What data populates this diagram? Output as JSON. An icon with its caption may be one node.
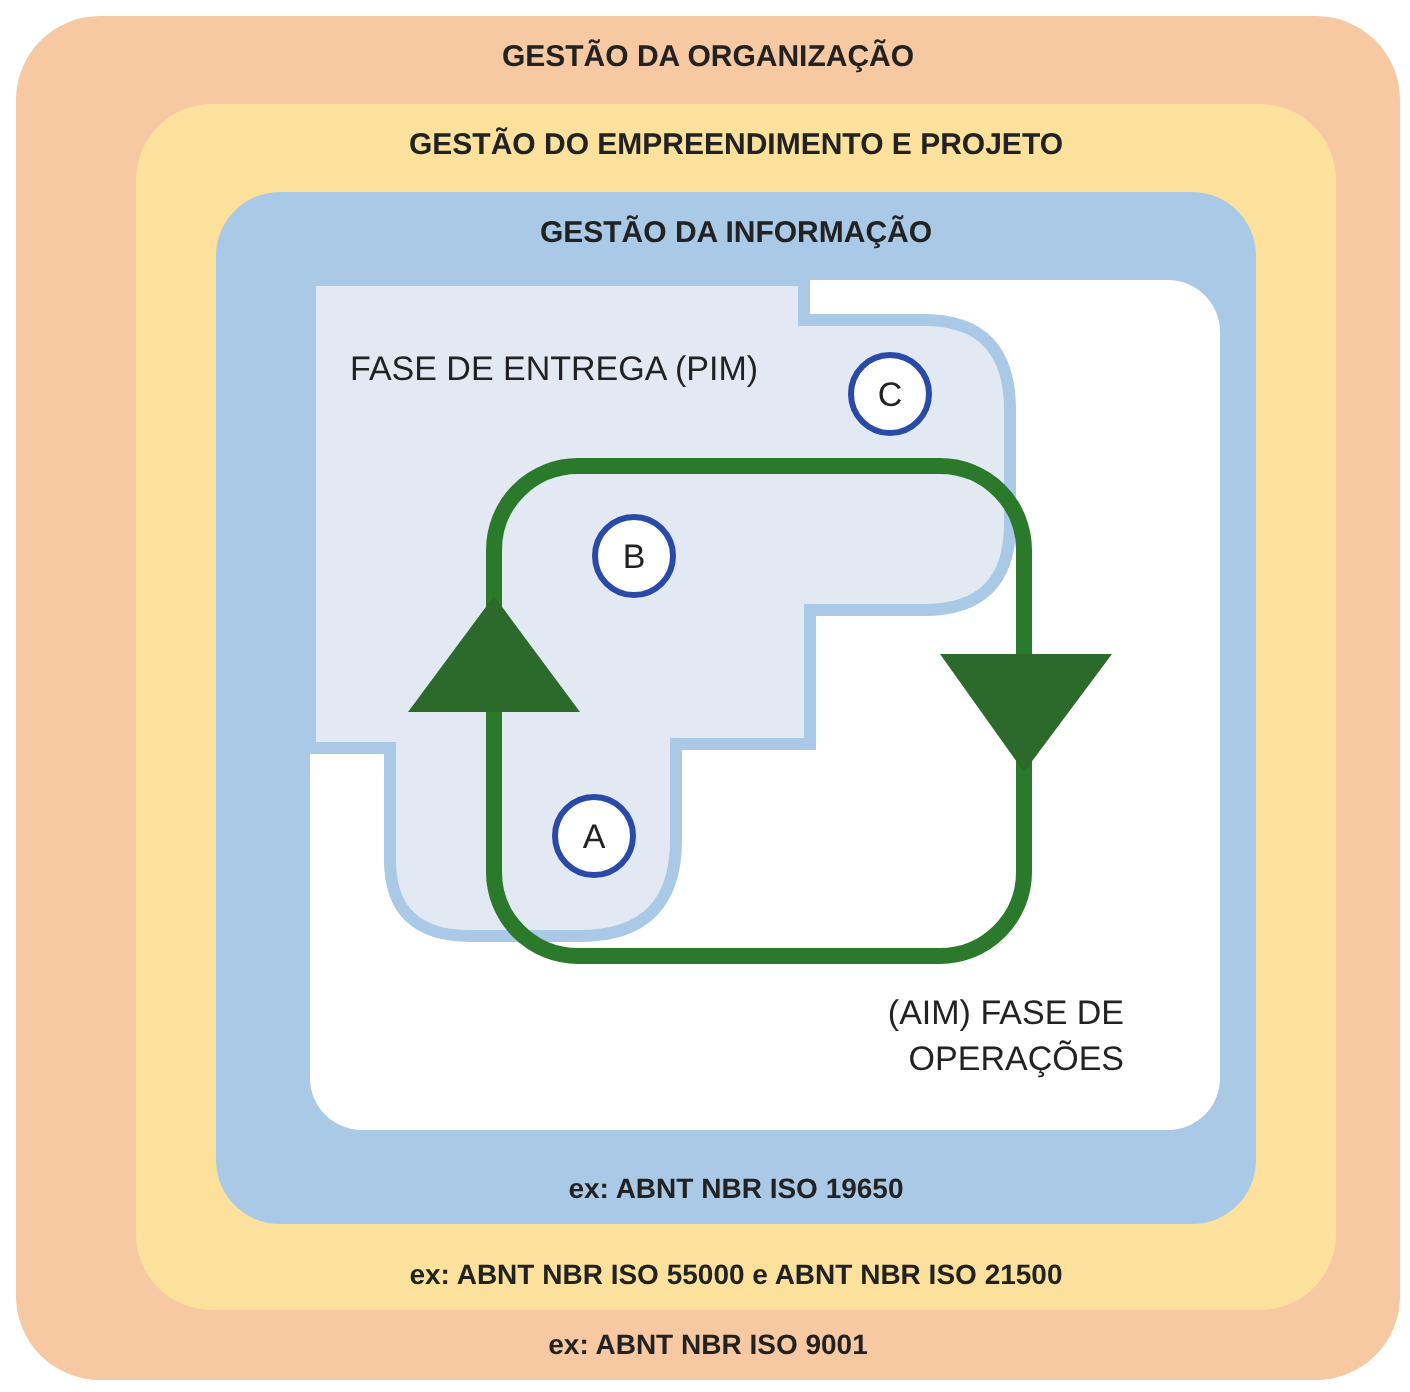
{
  "diagram": {
    "nodes": [
      {
        "text": [
          "GESTÃO DA ORGANIZAÇÃO",
          "ex: ABNT NBR ISO 9001"
        ]
      },
      {
        "text": [
          "GESTÃO DO EMPREENDIMENTO E PROJETO",
          "ex: ABNT NBR ISO 55000 e ABNT NBR ISO 21500"
        ],
        "in": 0
      },
      {
        "text": [
          "GESTÃO DA INFORMAÇÃO",
          "ex: ABNT NBR ISO 19650"
        ],
        "in": 1
      },
      {
        "text": [
          "(AIM) FASE DE OPERAÇÕES"
        ],
        "in": 2
      },
      {
        "text": [
          "FASE DE ENTREGA (PIM)"
        ],
        "in": 3
      },
      {
        "text": [
          "A"
        ],
        "in": 4
      },
      {
        "text": [
          "B"
        ],
        "in": 4
      },
      {
        "text": [
          "C"
        ],
        "in": 4
      }
    ]
  }
}
